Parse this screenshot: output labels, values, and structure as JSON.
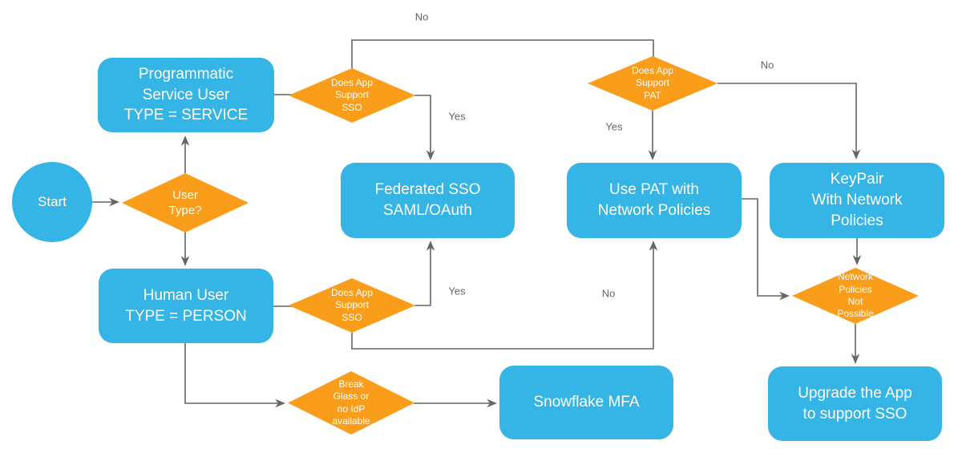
{
  "diagram": {
    "nodes": {
      "start": {
        "label": "Start",
        "type": "terminator"
      },
      "user_type": {
        "label": "User\nType?",
        "type": "decision"
      },
      "programmatic": {
        "label": "Programmatic\nService User\nTYPE = SERVICE",
        "type": "process"
      },
      "human": {
        "label": "Human User\nTYPE = PERSON",
        "type": "process"
      },
      "sso_service": {
        "label": "Does App\nSupport\nSSO",
        "type": "decision"
      },
      "sso_person": {
        "label": "Does App\nSupport\nSSO",
        "type": "decision"
      },
      "pat": {
        "label": "Does App\nSupport\nPAT",
        "type": "decision"
      },
      "federated": {
        "label": "Federated SSO\nSAML/OAuth",
        "type": "process"
      },
      "use_pat": {
        "label": "Use PAT with\nNetwork Policies",
        "type": "process"
      },
      "keypair": {
        "label": "KeyPair\nWith Network\nPolicies",
        "type": "process"
      },
      "network_policies": {
        "label": "Network\nPolicies\nNot\nPossible",
        "type": "decision"
      },
      "break_glass": {
        "label": "Break\nGlass or\nno IdP\navailable",
        "type": "decision"
      },
      "snowflake_mfa": {
        "label": "Snowflake MFA",
        "type": "process"
      },
      "upgrade": {
        "label": "Upgrade the App\nto support SSO",
        "type": "process"
      }
    },
    "edge_labels": {
      "service_sso_no": "No",
      "service_sso_yes": "Yes",
      "pat_yes": "Yes",
      "pat_no": "No",
      "person_sso_yes": "Yes",
      "person_sso_no": "No"
    },
    "colors": {
      "node_blue": "#35b4e6",
      "node_orange": "#fa9d1b",
      "connector": "#666666",
      "edge_label": "#666666",
      "node_text": "#ffffff",
      "canvas_bg": "#ffffff"
    }
  }
}
